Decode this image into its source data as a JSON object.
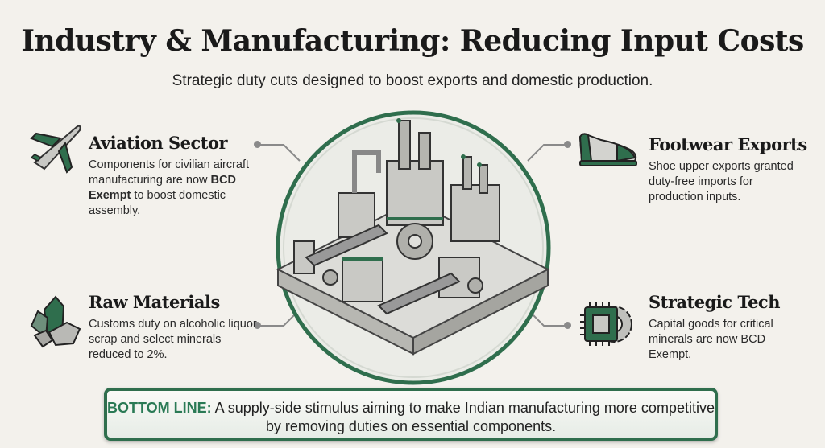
{
  "header": {
    "title": "Industry & Manufacturing: Reducing Input Costs",
    "subtitle": "Strategic duty cuts designed to boost exports and domestic production."
  },
  "sections": {
    "aviation": {
      "title": "Aviation Sector",
      "body_pre": "Components for civilian aircraft manufacturing are now ",
      "body_bold": "BCD Exempt",
      "body_post": " to boost domestic assembly.",
      "icon": "airplane-icon"
    },
    "raw": {
      "title": "Raw Materials",
      "body": "Customs duty on alcoholic liquor scrap and select minerals reduced to 2%.",
      "icon": "crystals-icon"
    },
    "footwear": {
      "title": "Footwear Exports",
      "body": "Shoe upper exports granted duty-free imports for production inputs.",
      "icon": "shoe-icon"
    },
    "tech": {
      "title": "Strategic Tech",
      "body": "Capital goods for critical minerals are now BCD Exempt.",
      "icon": "chip-gear-icon"
    }
  },
  "bottom_line": {
    "label": "BOTTOM LINE:",
    "text": " A supply-side stimulus aiming to make Indian manufacturing more competitive by removing duties on essential components."
  },
  "colors": {
    "accent": "#2f6e4d",
    "background": "#f3f1ec",
    "label": "#2a7a55"
  }
}
